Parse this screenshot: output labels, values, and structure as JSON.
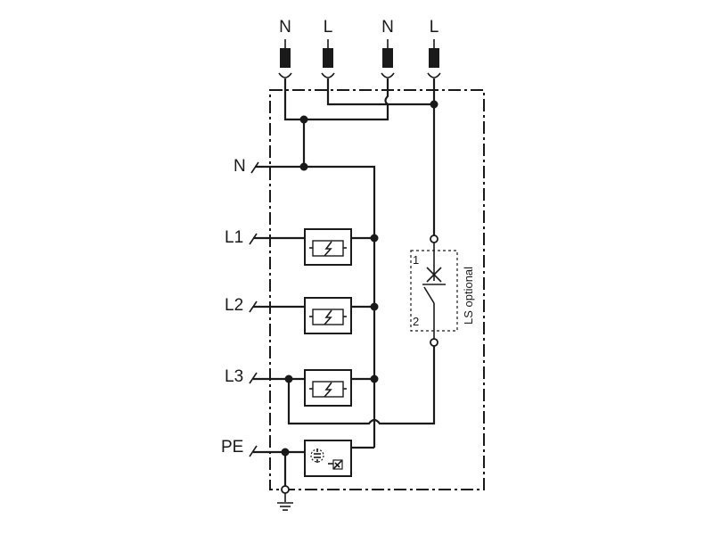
{
  "top_terminals": [
    "N",
    "L",
    "N",
    "L"
  ],
  "side_labels": {
    "n": "N",
    "l1": "L1",
    "l2": "L2",
    "l3": "L3",
    "pe": "PE"
  },
  "breaker": {
    "label": "LS optional",
    "pin1": "1",
    "pin2": "2"
  },
  "icons": {
    "arrester": "surge-arrester-icon",
    "spark_gap": "spark-gap-icon",
    "ground": "ground-icon"
  }
}
